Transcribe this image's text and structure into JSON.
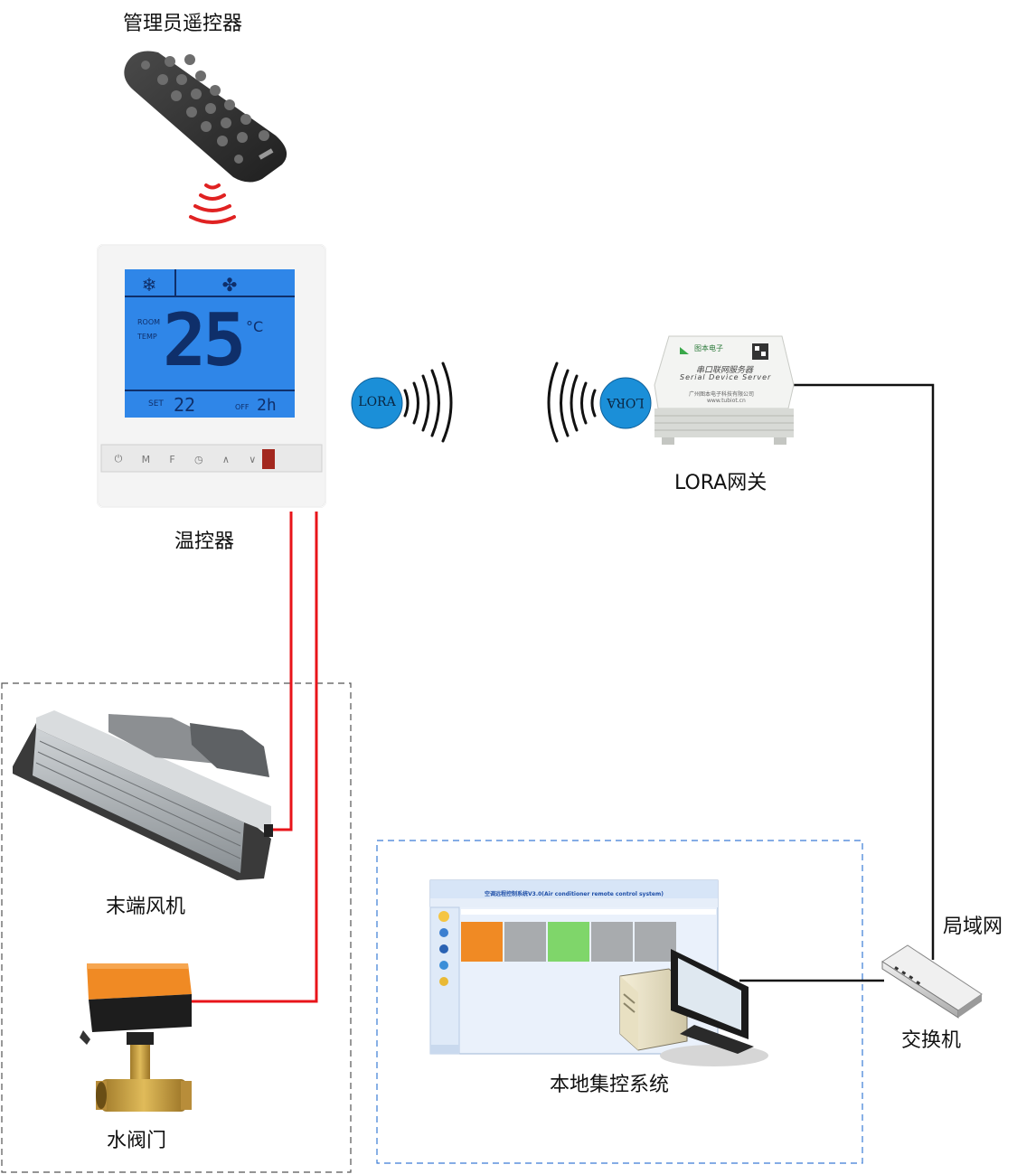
{
  "labels": {
    "remote": "管理员遥控器",
    "thermostat": "温控器",
    "lora_gateway": "LORA网关",
    "fan_coil": "末端风机",
    "water_valve": "水阀门",
    "central_control": "本地集控系统",
    "switch": "交换机",
    "lan": "局域网"
  },
  "lora_badges": {
    "left": "LORA",
    "right": "LORA"
  },
  "thermostat_display": {
    "room_label_1": "ROOM",
    "room_label_2": "TEMP",
    "room_temp": "25",
    "unit": "°C",
    "set_label": "SET",
    "set_temp": "22",
    "off_label": "OFF",
    "timer": "2h"
  },
  "thermostat_buttons": [
    "⏻",
    "M",
    "F",
    "◷",
    "∧",
    "∨"
  ],
  "gateway_device": {
    "brand": "图本电子",
    "title_cn": "串口联网服务器",
    "title_en": "Serial Device Server",
    "company": "广州图本电子科技有限公司",
    "url": "www.tubiot.cn"
  },
  "software": {
    "title": "空调远程控制系统V3.0(Air conditioner remote control system)"
  },
  "colors": {
    "wire_red": "#e8141a",
    "lan_black": "#111111",
    "lora_blue": "#1b8fd8",
    "lcd_blue": "#2f86e8",
    "valve_orange": "#f08a24",
    "dashed_border": "#555555",
    "dashed_blue": "#3a7bd5"
  }
}
